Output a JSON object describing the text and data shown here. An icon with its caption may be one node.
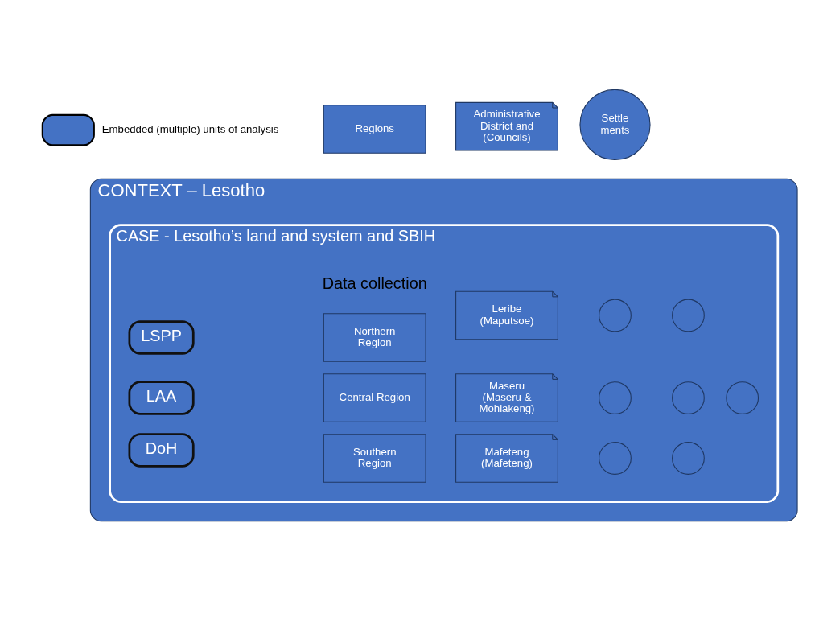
{
  "diagram": {
    "nodes": [
      {
        "text": [
          "CONTEXT – Lesotho"
        ]
      },
      {
        "text": [
          "CASE - Lesotho’s land and system and SBIH"
        ],
        "in": 0
      },
      {
        "text": [
          "LSPP"
        ],
        "in": 1
      },
      {
        "text": [
          "LAA"
        ],
        "in": 1
      },
      {
        "text": [
          "DoH"
        ],
        "in": 1
      },
      {
        "text": [
          "Northern Region"
        ],
        "in": 1
      },
      {
        "text": [
          "Leribe (Maputsoe)"
        ],
        "in": 1
      },
      {
        "text": [
          "Central Region"
        ],
        "in": 1
      },
      {
        "text": [
          "Maseru (Maseru & Mohlakeng)"
        ],
        "in": 1
      },
      {
        "text": [
          "Southern Region"
        ],
        "in": 1
      },
      {
        "text": [
          "Mafeteng (Mafeteng)"
        ],
        "in": 1
      },
      {
        "text": [],
        "shape": "circle",
        "in": 1
      },
      {
        "text": [],
        "shape": "circle",
        "in": 1
      },
      {
        "text": [],
        "shape": "circle",
        "in": 1
      },
      {
        "text": [],
        "shape": "circle",
        "in": 1
      },
      {
        "text": [],
        "shape": "circle",
        "in": 1
      },
      {
        "text": [],
        "shape": "circle",
        "in": 1
      },
      {
        "text": [],
        "shape": "circle",
        "in": 1
      },
      {
        "text": [
          "Regions"
        ]
      },
      {
        "text": [
          "Administrative District and (Councils)"
        ]
      },
      {
        "text": [
          "Settle ments"
        ]
      }
    ],
    "labels": [
      "Data collection"
    ],
    "legend": [
      {
        "text": "Embedded (multiple) units of analysis"
      }
    ]
  }
}
